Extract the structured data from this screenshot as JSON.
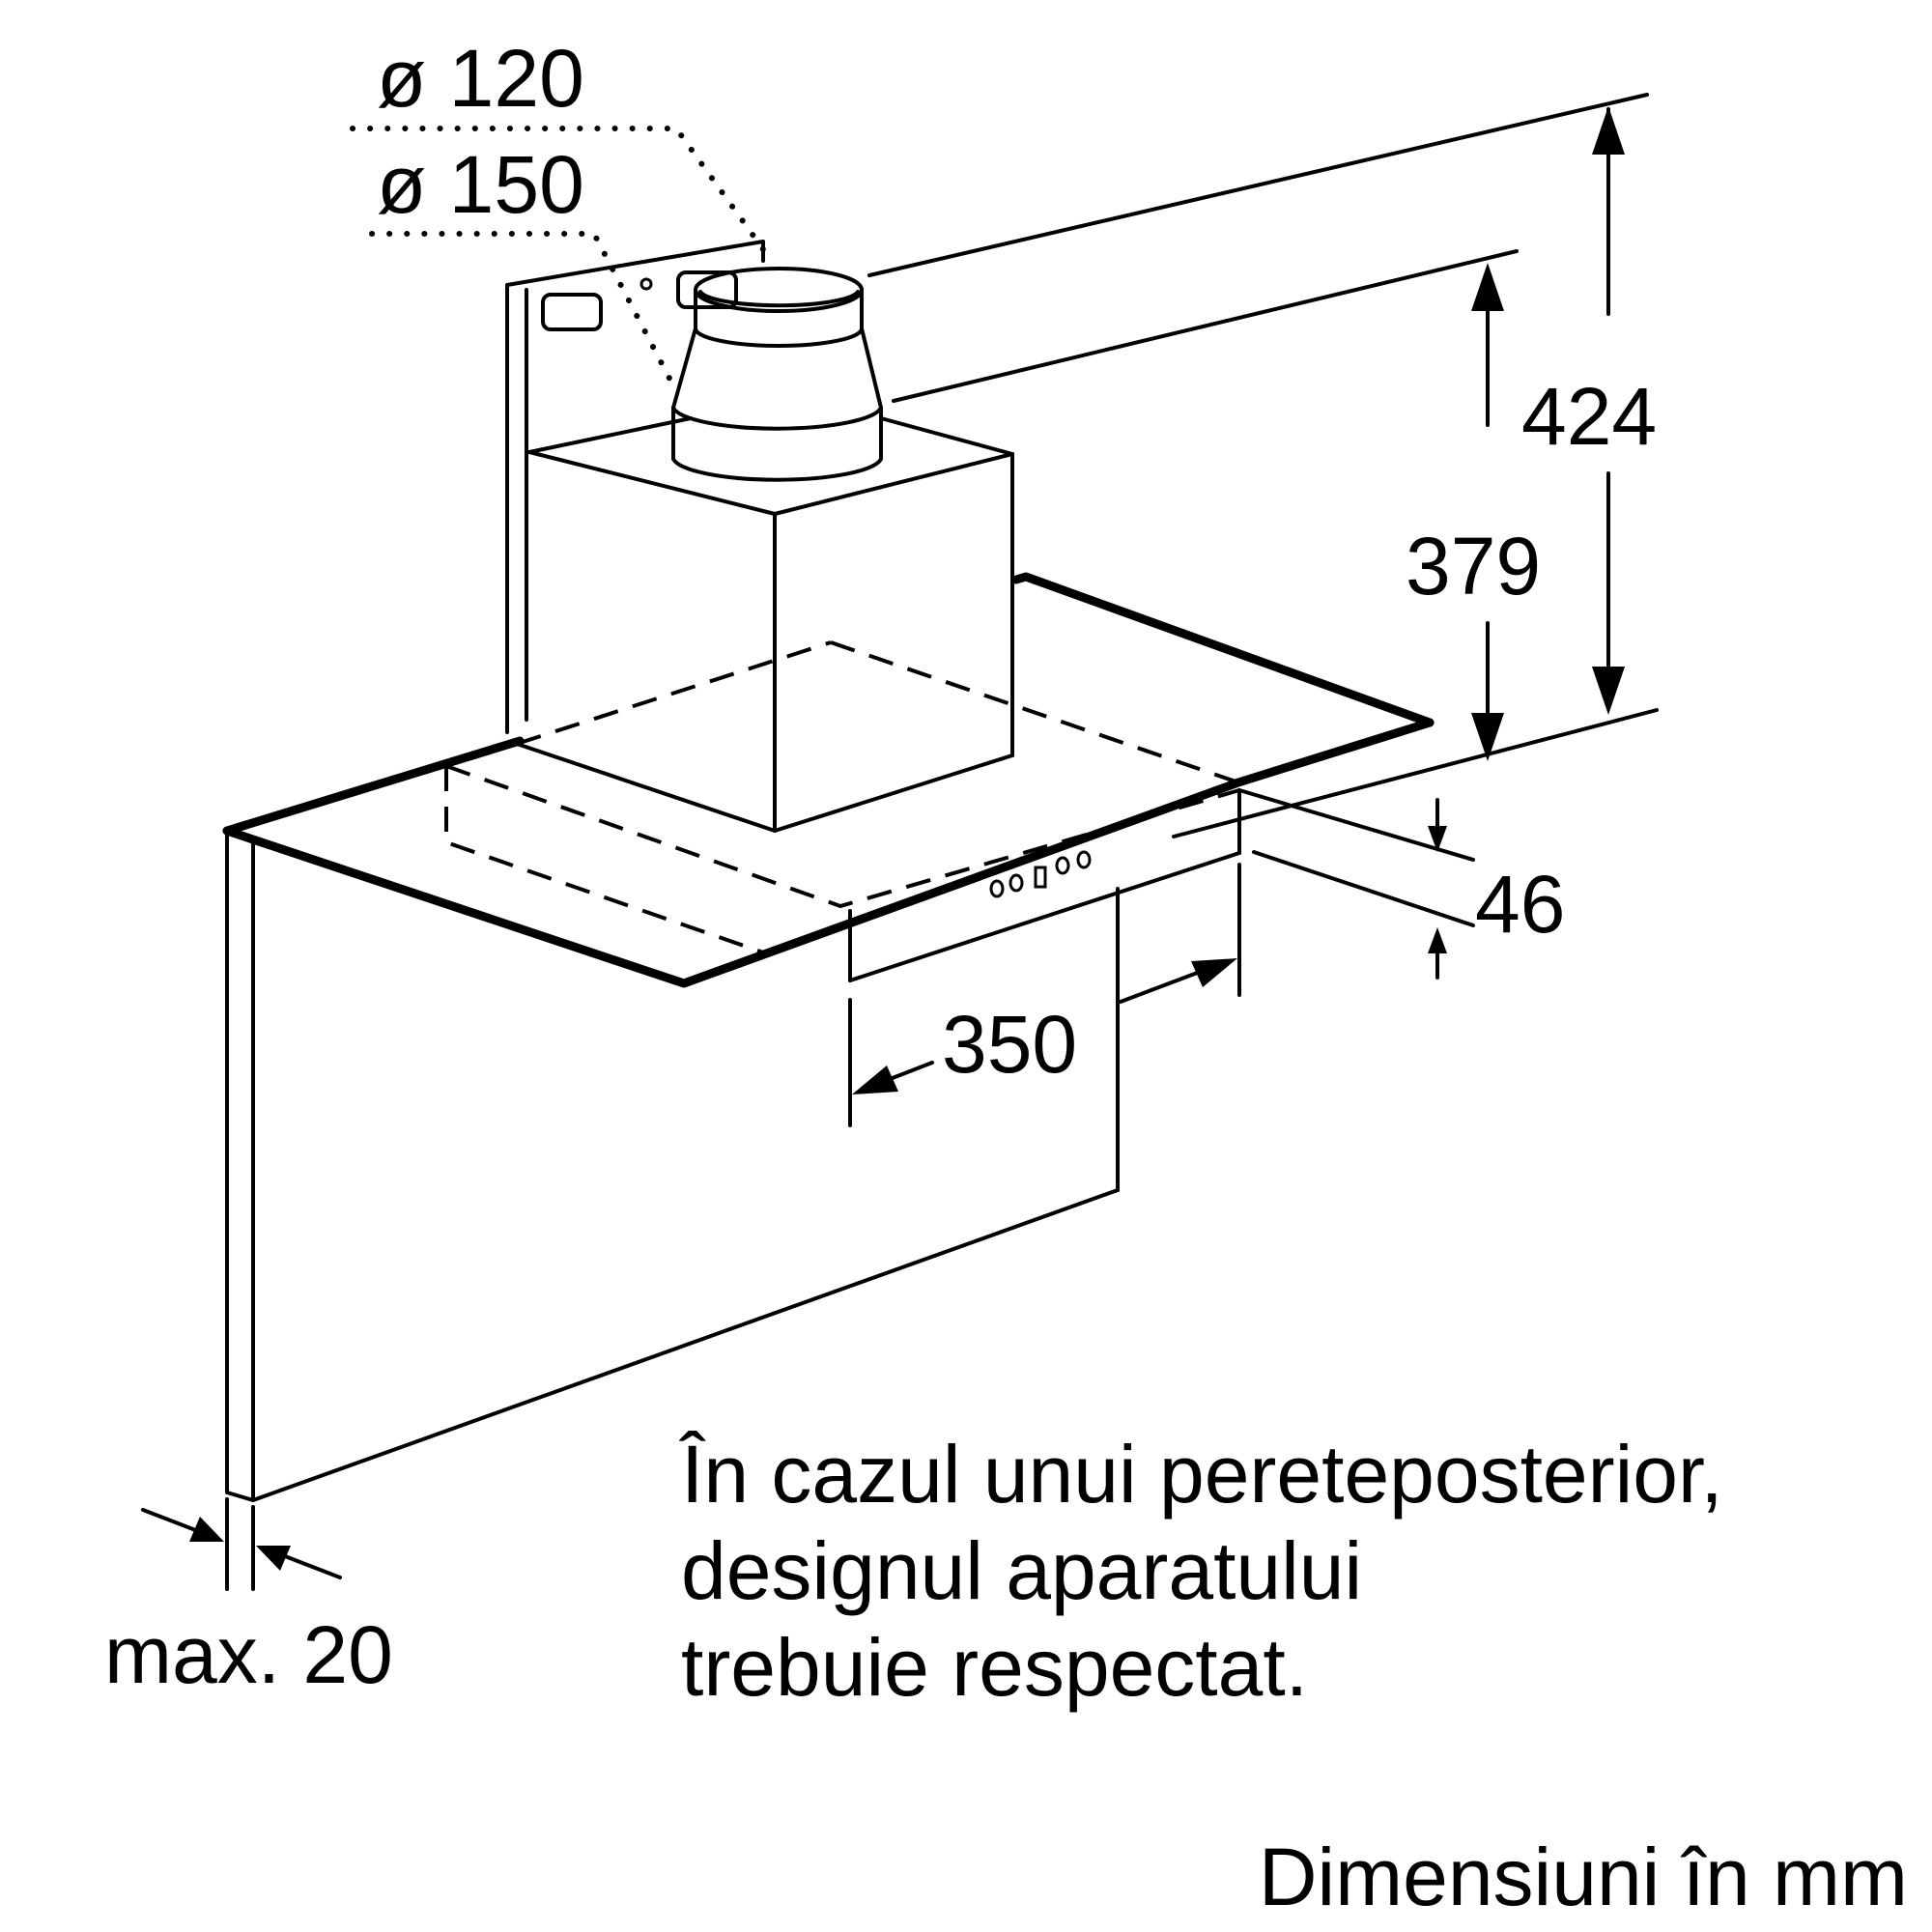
{
  "dimensions": {
    "d120": "ø 120",
    "d150": "ø 150",
    "h424": "424",
    "h379": "379",
    "t46": "46",
    "w350": "350",
    "max20": "max. 20"
  },
  "note": {
    "line1": "În cazul unui pereteposterior,",
    "line2": "designul aparatului",
    "line3": "trebuie respectat."
  },
  "units": "Dimensiuni în mm"
}
